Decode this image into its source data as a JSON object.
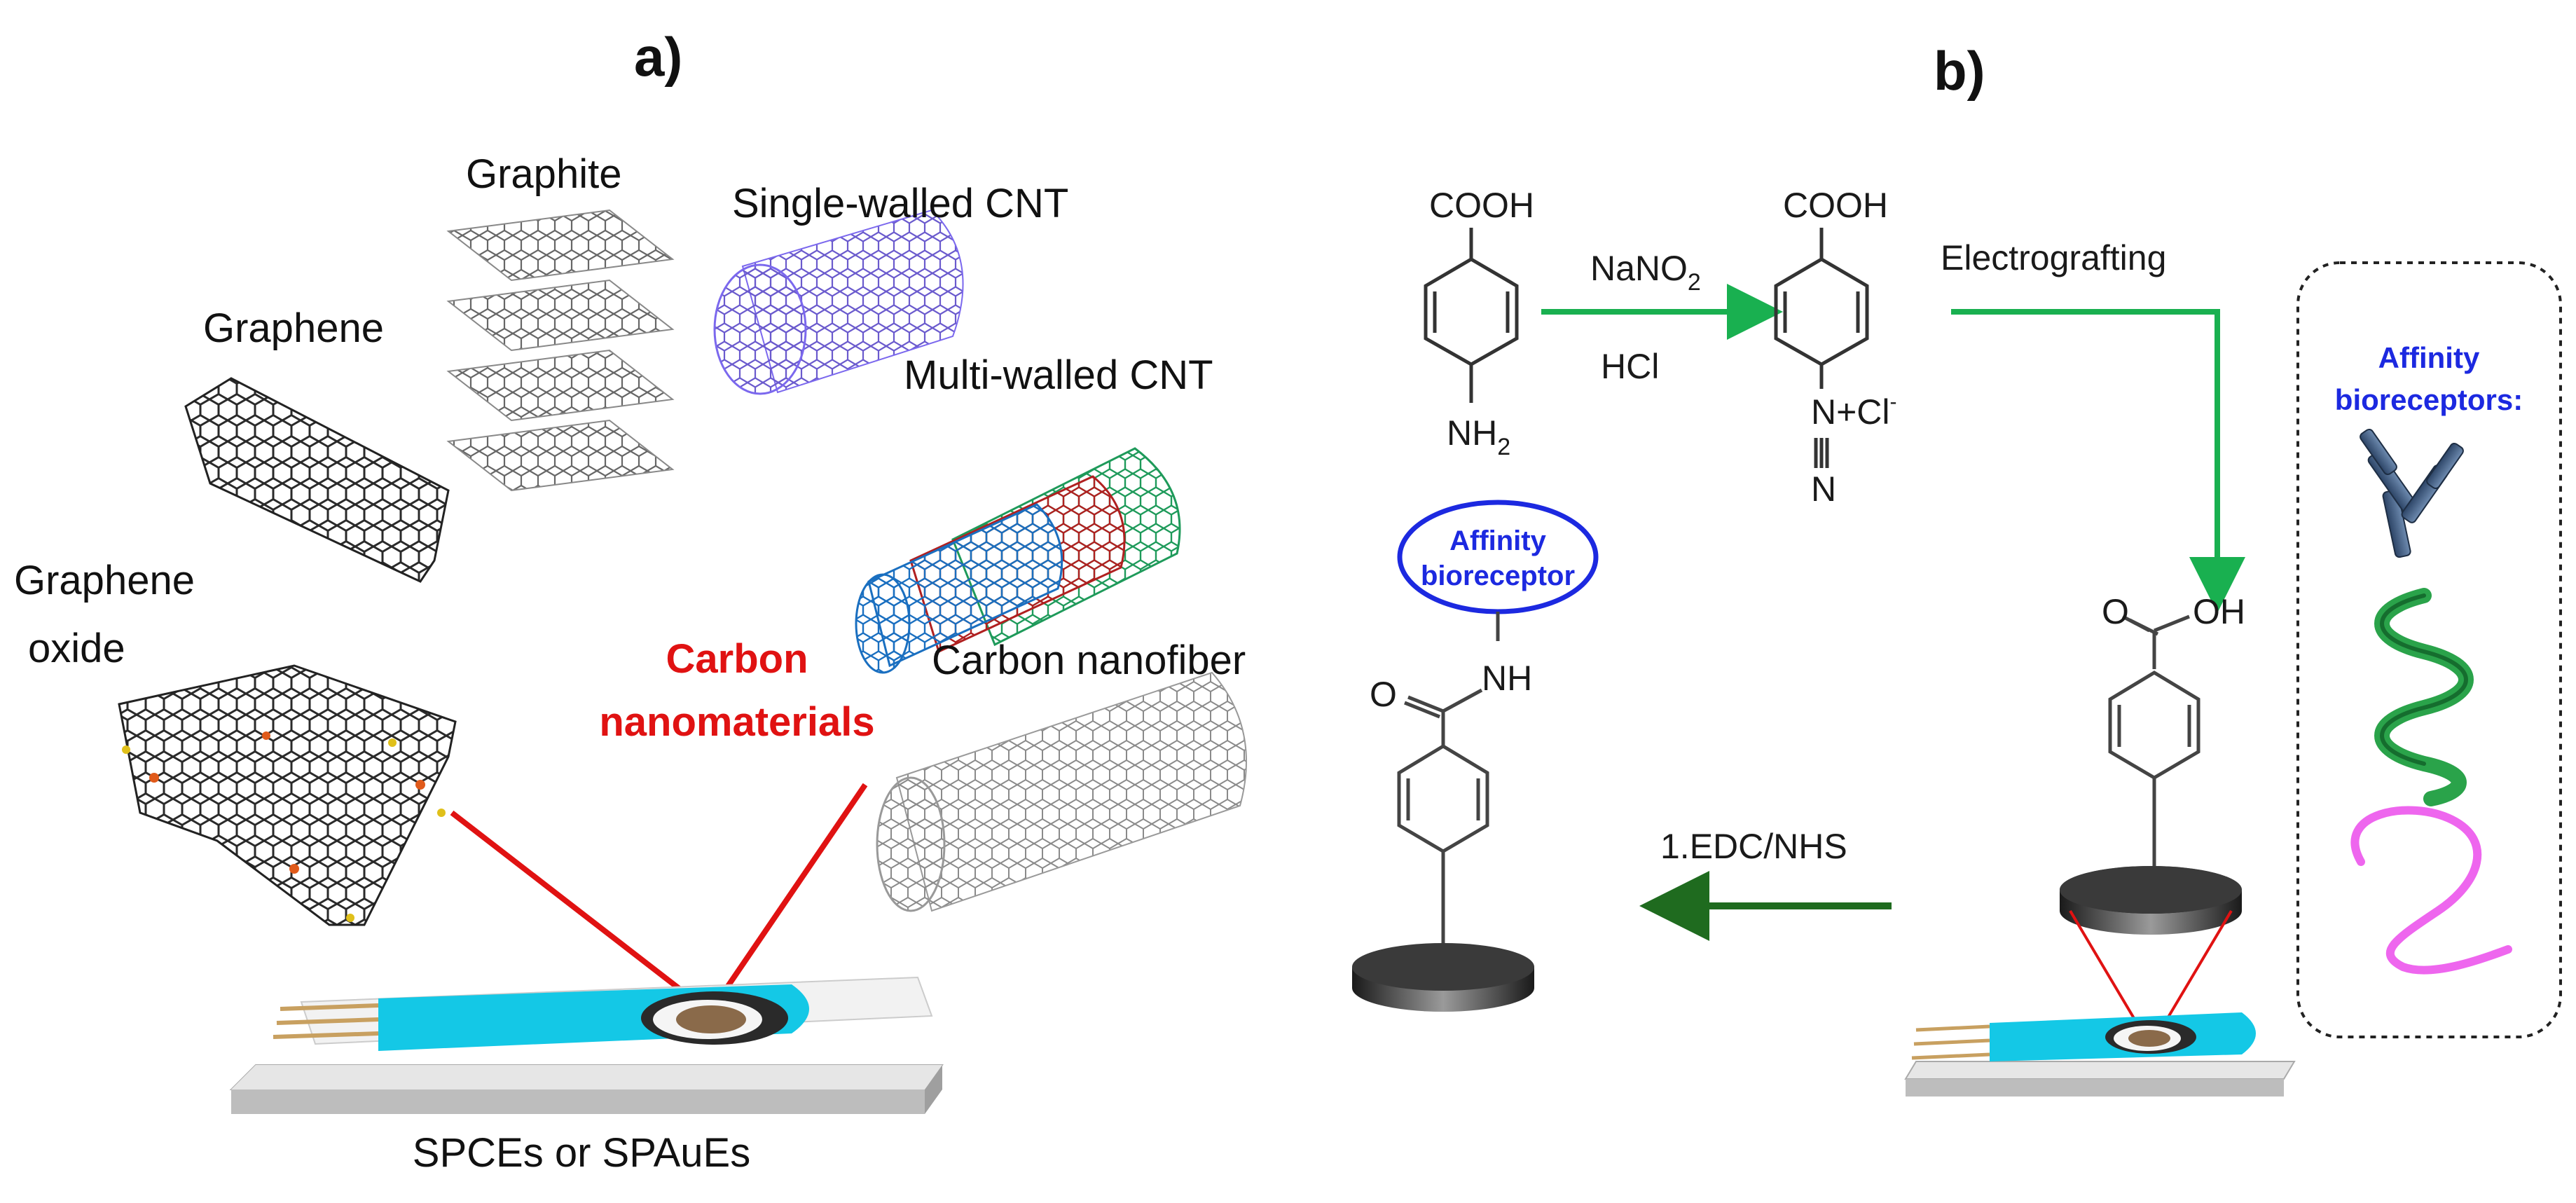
{
  "panel_a": {
    "label": "a)",
    "graphite": "Graphite",
    "graphene": "Graphene",
    "swcnt": "Single-walled CNT",
    "mwcnt": "Multi-walled CNT",
    "go_line1": "Graphene",
    "go_line2": "oxide",
    "cnf": "Carbon nanofiber",
    "cnm_line1": "Carbon",
    "cnm_line2": "nanomaterials",
    "electrode_caption": "SPCEs or SPAuEs"
  },
  "panel_b": {
    "label": "b)",
    "cooh_1": "COOH",
    "nh2": "NH",
    "nh2_sub": "2",
    "nano2": "NaNO",
    "nano2_sub": "2",
    "hcl": "HCl",
    "cooh_2": "COOH",
    "diazonium": "N+Cl",
    "diazonium_sup": "-",
    "n_terminal": "N",
    "electrografting": "Electrografting",
    "oh": "OH",
    "edc": "1.EDC/NHS",
    "bioreceptor_line1": "Affinity",
    "bioreceptor_line2": "bioreceptor",
    "nh_link": "NH",
    "carbonyl_o": "O",
    "carbonyl_o2": "O",
    "box_title_line1": "Affinity",
    "box_title_line2": "bioreceptors:"
  },
  "colors": {
    "green_arrow": "#19b050",
    "dark_green_arrow": "#1f6b1f",
    "red_lines": "#e01212",
    "bioreceptor_blue": "#1c29e0",
    "electrode_cyan": "#14c8e6",
    "antibody": "#3a5678",
    "aptamer": "#2aa34a",
    "peptide": "#ee66ee"
  }
}
